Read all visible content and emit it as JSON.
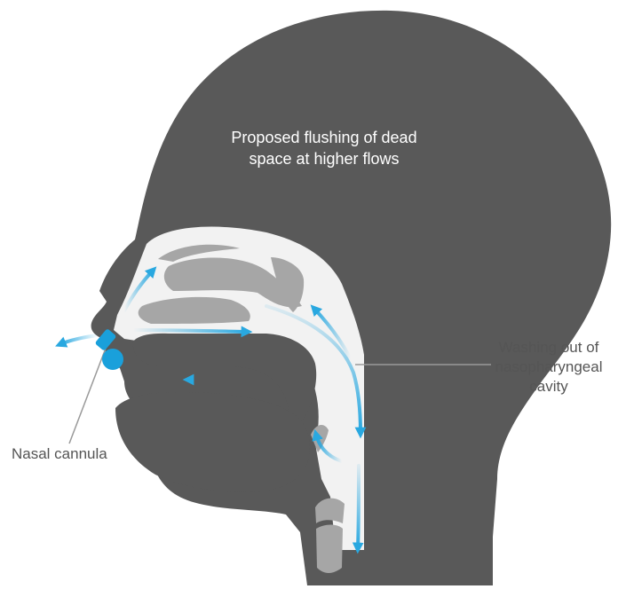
{
  "labels": {
    "dead_space_line1": "Proposed flushing of dead",
    "dead_space_line2": "space at higher flows",
    "washing_line1": "Washing out of",
    "washing_line2": "nasopharyngeal",
    "washing_line3": "cavity",
    "nasal_cannula": "Nasal cannula"
  },
  "colors": {
    "head": "#595959",
    "structure": "#a6a6a6",
    "airway": "#f2f2f2",
    "arrow": "#29a8e0",
    "cannula": "#1aa0db",
    "leader_line": "#999999"
  }
}
